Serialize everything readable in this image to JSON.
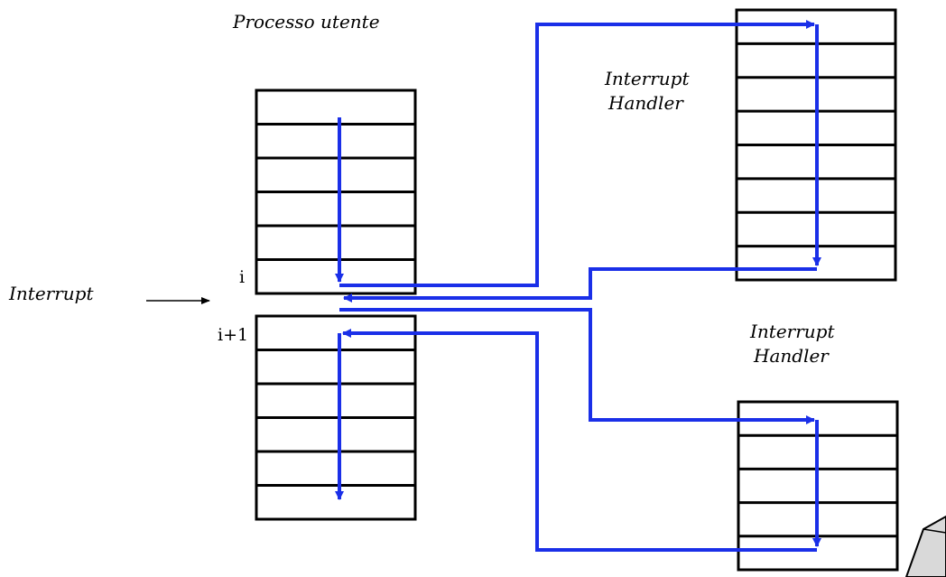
{
  "labels": {
    "user_process": "Processo utente",
    "interrupt": "Interrupt",
    "handler1_line1": "Interrupt",
    "handler1_line2": "Handler",
    "handler2_line1": "Interrupt",
    "handler2_line2": "Handler",
    "row_i": "i",
    "row_i1": "i+1"
  },
  "colors": {
    "flow": "#1a2fe8",
    "stroke": "#000000"
  }
}
